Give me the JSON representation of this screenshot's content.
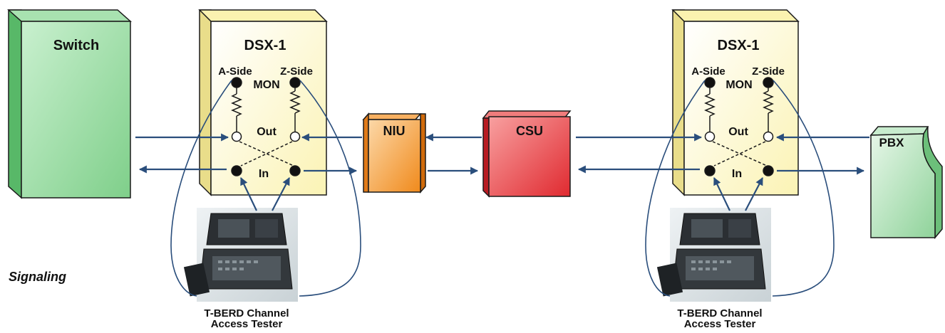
{
  "labels": {
    "switch": "Switch",
    "dsx_left": "DSX-1",
    "dsx_right": "DSX-1",
    "a_side": "A-Side",
    "z_side": "Z-Side",
    "mon": "MON",
    "out": "Out",
    "in": "In",
    "niu": "NIU",
    "csu": "CSU",
    "pbx": "PBX",
    "tester_caption_line1": "T-BERD Channel",
    "tester_caption_line2": "Access Tester",
    "signaling": "Signaling"
  },
  "colors": {
    "switch_fill": "#7fcf8a",
    "dsx_fill": "#fdf8c8",
    "niu_fill": "#f39a2c",
    "csu_fill": "#e8353a",
    "pbx_fill": "#9fd9a8",
    "arrow": "#2a4e7c",
    "outline": "#1a1a1a"
  },
  "icons": {
    "tester": "t-berd-tester-icon",
    "port": "jack-port-icon",
    "resistor": "resistor-icon"
  }
}
